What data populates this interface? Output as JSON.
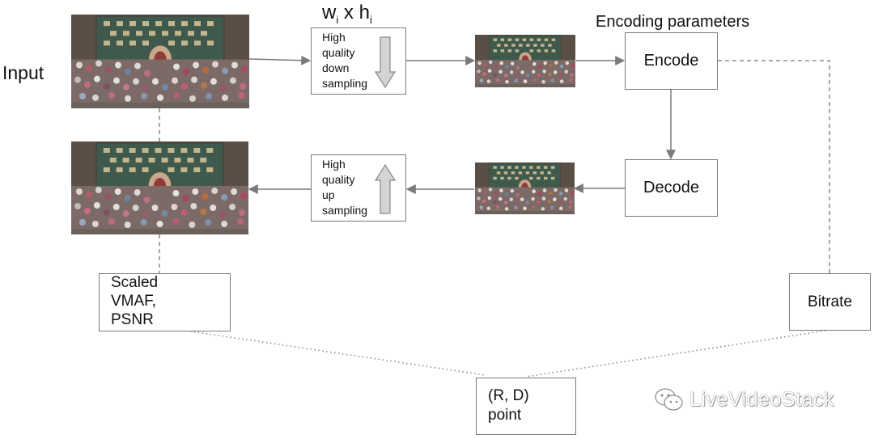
{
  "diagram": {
    "input_label": "Input",
    "resolution_label": {
      "base": "w",
      "sub1": "i",
      "x": " x ",
      "base2": "h",
      "sub2": "i"
    },
    "encoding_params_label": "Encoding parameters",
    "downsample_box": {
      "lines": [
        "High",
        "quality",
        "down",
        "sampling"
      ],
      "arrow": "down"
    },
    "upsample_box": {
      "lines": [
        "High",
        "quality",
        "up",
        "sampling"
      ],
      "arrow": "up"
    },
    "encode_label": "Encode",
    "decode_label": "Decode",
    "metrics_box": {
      "lines": [
        "Scaled",
        "VMAF,",
        "PSNR"
      ]
    },
    "bitrate_label": "Bitrate",
    "rd_point_box": {
      "lines": [
        "(R, D)",
        "point"
      ]
    },
    "images": {
      "input_frame": "crowd-photo-full-res",
      "downscaled_frame": "crowd-photo-low-res",
      "decoded_frame": "crowd-photo-decoded",
      "output_frame": "crowd-photo-upscaled"
    },
    "watermark": "LiveVideoStack",
    "colors": {
      "line": "#7a7a7a",
      "arrow_fill": "#7a7a7a",
      "inner_arrow_fill": "#d4d4d4"
    }
  }
}
